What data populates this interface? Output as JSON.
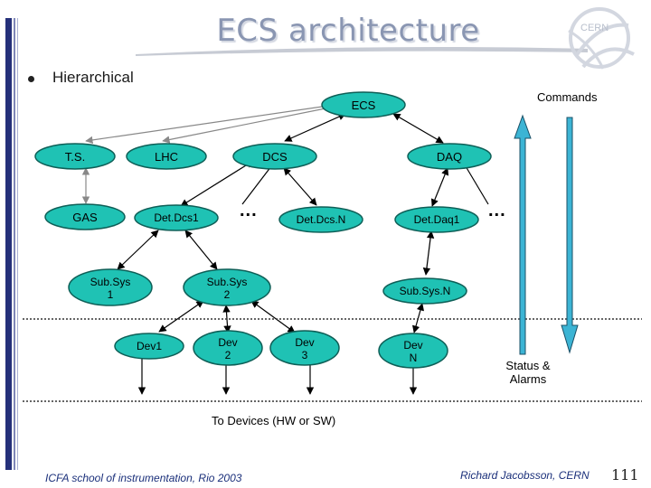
{
  "slide": {
    "title": "ECS architecture",
    "bullet": "Hierarchical",
    "footer_left": "ICFA school of instrumentation, Rio 2003",
    "footer_right": "Richard Jacobsson, CERN",
    "page_number": "111",
    "logo_text": "CERN"
  },
  "diagram": {
    "nodes": {
      "ecs": "ECS",
      "ts": "T.S.",
      "lhc": "LHC",
      "dcs": "DCS",
      "daq": "DAQ",
      "gas": "GAS",
      "detdcs1": "Det.Dcs1",
      "detdcsn": "Det.Dcs.N",
      "detdaq1": "Det.Daq1",
      "subsys1": [
        "Sub.Sys",
        "1"
      ],
      "subsys2": [
        "Sub.Sys",
        "2"
      ],
      "subsysn": "Sub.Sys.N",
      "dev1": "Dev1",
      "dev2": [
        "Dev",
        "2"
      ],
      "dev3": [
        "Dev",
        "3"
      ],
      "devn": [
        "Dev",
        "N"
      ]
    },
    "ellipsis": "...",
    "commands_label": "Commands",
    "status_label": [
      "Status &",
      "Alarms"
    ],
    "devices_label": "To Devices (HW or SW)"
  },
  "colors": {
    "node_fill": "#1fc2b4",
    "arrow_fill": "#3cb4d4",
    "title": "#8a96b2",
    "footer": "#1a2f7a",
    "left_bar": "#25307a"
  }
}
